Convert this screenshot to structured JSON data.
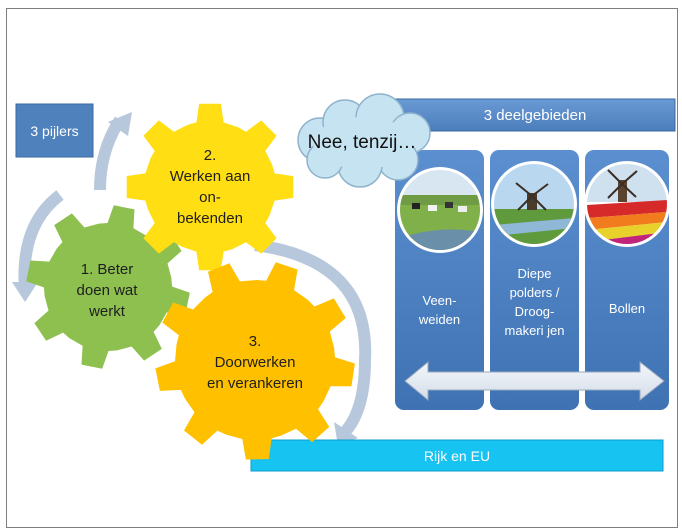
{
  "slide": {
    "pillars_label": "3 pijlers",
    "domains_label": "3 deelgebieden",
    "cloud_text": "Nee, tenzij…",
    "bottom_bar": "Rijk en EU",
    "gears": [
      {
        "line1": "1. Beter",
        "line2": "doen wat",
        "line3": "werkt"
      },
      {
        "line1": "2.",
        "line2": "Werken aan",
        "line3": "on-",
        "line4": "bekenden"
      },
      {
        "line1": "3.",
        "line2": "Doorwerken",
        "line3": "en verankeren"
      }
    ],
    "columns": [
      {
        "line1": "Veen-",
        "line2": "weiden"
      },
      {
        "line1": "Diepe",
        "line2": "polders  /",
        "line3": "Droog-",
        "line4": "makeri jen"
      },
      {
        "line1": "Bollen"
      }
    ],
    "colors": {
      "pillars_box": "#4f81bd",
      "column_blue": "#4a7ebb",
      "cyan_bar": "#17c3f0",
      "gear_green": "#8dc04f",
      "gear_yellow": "#ffde13",
      "gear_orange": "#ffc000",
      "cloud": "#c6e3f2"
    }
  }
}
